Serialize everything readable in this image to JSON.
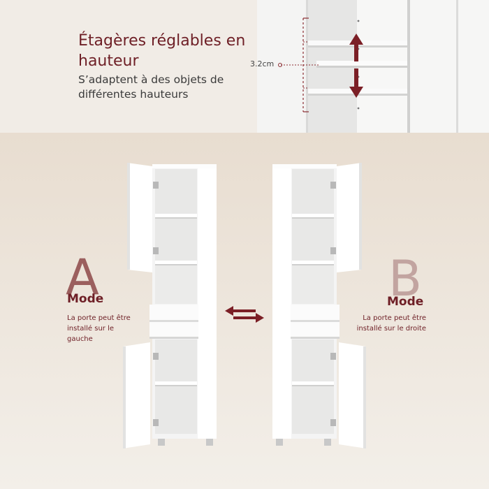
{
  "heading": {
    "title": "Étagères réglables en hauteur",
    "subtitle": "S’adaptent à des objets de différentes hauteurs"
  },
  "measure_label": "3.2cm",
  "mode_a": {
    "letter": "A",
    "word": "Mode",
    "desc": "La porte peut être installé sur le gauche"
  },
  "mode_b": {
    "letter": "B",
    "word": "Mode",
    "desc": "La porte peut être installé sur le droite"
  },
  "colors": {
    "accent": "#6e1f26",
    "letter_a": "#9b5f5e",
    "letter_b": "#c2a4a0",
    "cabinet": "#ffffff"
  },
  "icons": {
    "swap": "swap-arrows-icon",
    "up": "arrow-up-icon",
    "down": "arrow-down-icon"
  }
}
